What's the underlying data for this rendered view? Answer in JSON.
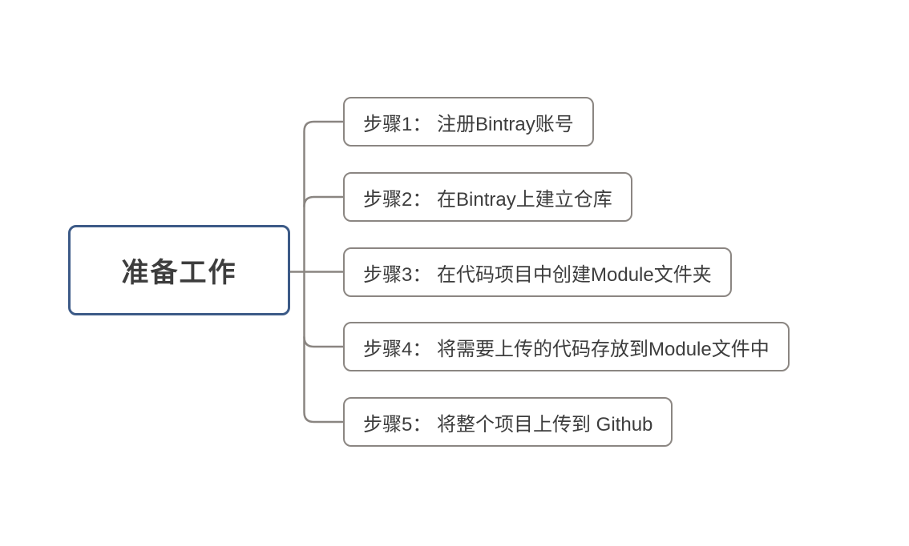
{
  "diagram": {
    "root": {
      "label": "准备工作"
    },
    "steps": [
      {
        "label": "步骤1： 注册Bintray账号"
      },
      {
        "label": "步骤2： 在Bintray上建立仓库"
      },
      {
        "label": "步骤3： 在代码项目中创建Module文件夹"
      },
      {
        "label": "步骤4： 将需要上传的代码存放到Module文件中"
      },
      {
        "label": "步骤5： 将整个项目上传到 Github"
      }
    ],
    "colors": {
      "background": "#ffffff",
      "root_border": "#3c5a87",
      "step_border": "#8b8682",
      "connector": "#8a8581",
      "text": "#3d3d3d"
    }
  }
}
